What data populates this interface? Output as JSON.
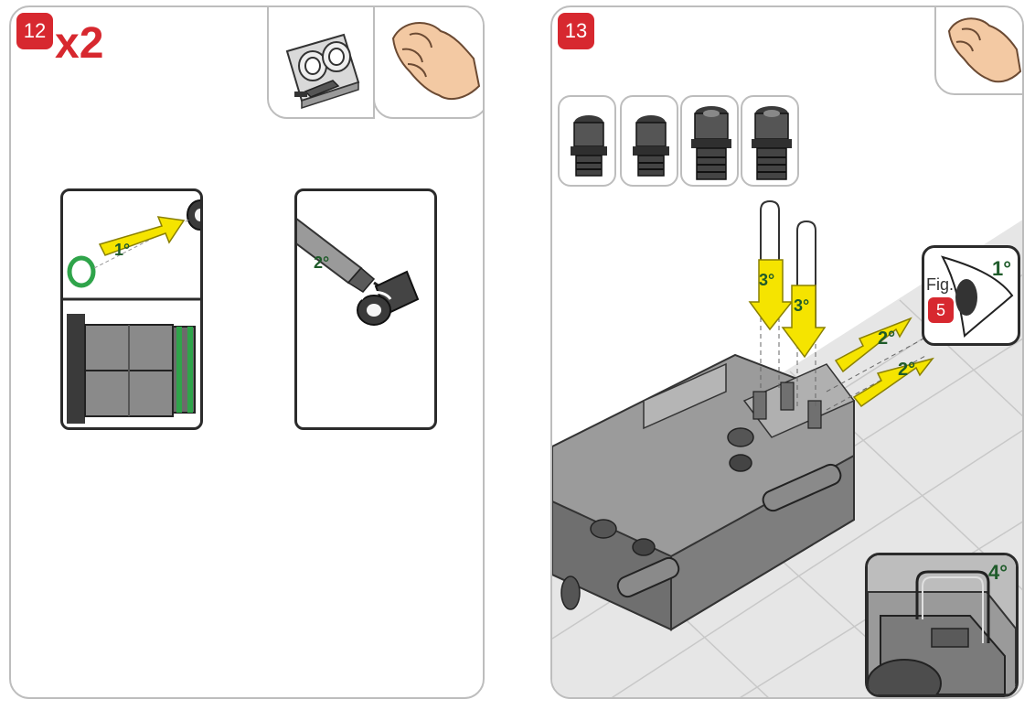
{
  "step12": {
    "number": "12",
    "multiplier": "x2",
    "labels": {
      "oring": "1°",
      "sealant": "2°"
    },
    "tools": [
      "sealant-plate-icon",
      "hand-icon"
    ],
    "oring_color": "#2fa44a"
  },
  "step13": {
    "number": "13",
    "labels": {
      "eye": "1°",
      "arrow_a": "2°",
      "arrow_b": "2°",
      "clip_a": "3°",
      "clip_b": "3°",
      "inset": "4°"
    },
    "figure_ref": {
      "text": "Fig.",
      "number": "5"
    },
    "tools": [
      "hand-icon"
    ]
  },
  "colors": {
    "badge": "#d7282f",
    "arrow_fill": "#f5e400",
    "label": "#1f5b2a",
    "frame": "#bdbdbd"
  }
}
